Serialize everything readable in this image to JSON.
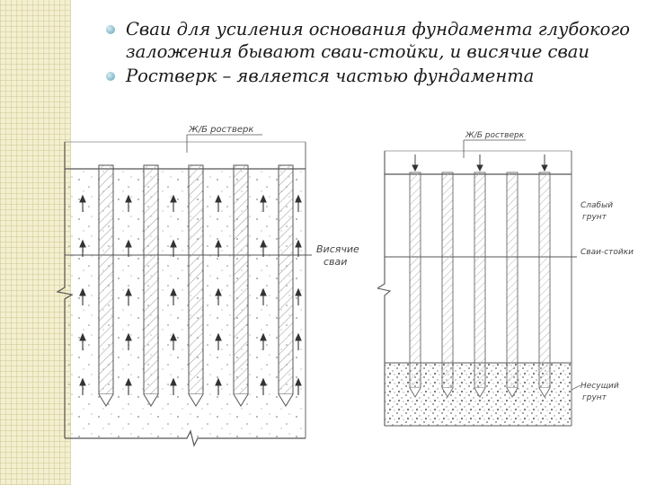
{
  "bullets": [
    {
      "text": "Сваи для усиления основания фундамента глубокого заложения бывают сваи-стойки,  и висячие сваи"
    },
    {
      "text": "Ростверк – является частью фундамента"
    }
  ],
  "figure_left": {
    "label_grillage": "Ж/Б ростверк",
    "label_hanging_line1": "Висячие",
    "label_hanging_line2": "сваи"
  },
  "figure_right": {
    "label_grillage": "Ж/Б ростверк",
    "label_weak_soil_line1": "Слабый",
    "label_weak_soil_line2": "грунт",
    "label_end_bearing": "Сваи-стойки",
    "label_strong_soil_line1": "Несущий",
    "label_strong_soil_line2": "грунт"
  },
  "colors": {
    "line": "#555555",
    "bullet": "#7fb3c4",
    "sidebar": "#f3efcf"
  }
}
